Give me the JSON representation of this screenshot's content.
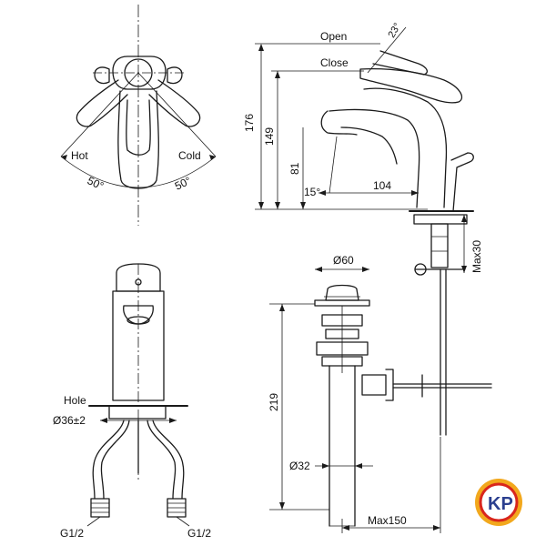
{
  "labels": {
    "open": "Open",
    "close": "Close",
    "angle_23": "23°",
    "hot": "Hot",
    "cold": "Cold",
    "angle_hot": "50°",
    "angle_cold": "50°",
    "dim_176": "176",
    "dim_149": "149",
    "dim_81": "81",
    "angle_15": "15°",
    "dim_104": "104",
    "max30": "Max30",
    "dia60": "Ø60",
    "dim_219": "219",
    "dia32": "Ø32",
    "max150": "Max150",
    "hole": "Hole",
    "hole_dia": "Ø36±2",
    "g12_left": "G1/2",
    "g12_right": "G1/2"
  },
  "logo": {
    "text": "KP",
    "colors": {
      "ring": "#f2a81d",
      "inner": "#d9261c",
      "text": "#2b3f8f"
    }
  }
}
